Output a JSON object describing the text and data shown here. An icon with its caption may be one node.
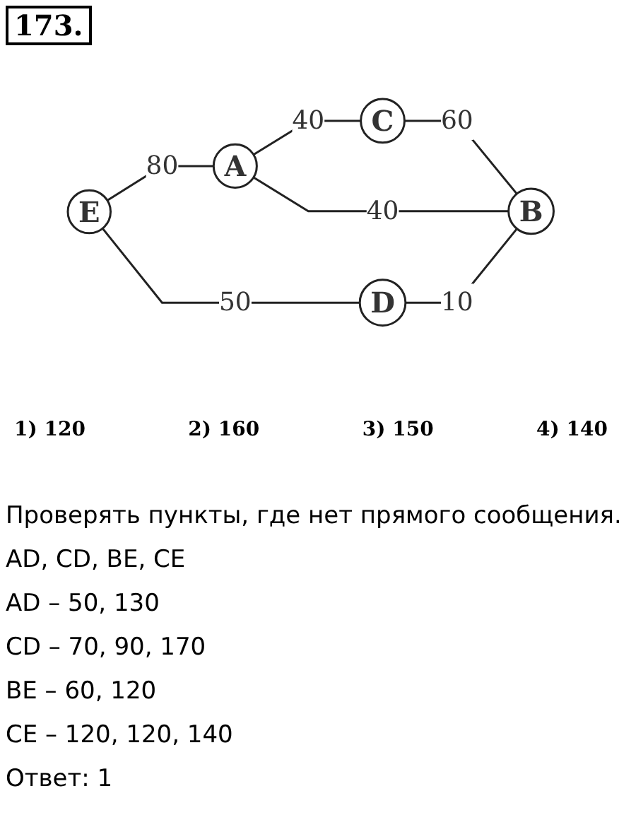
{
  "diagram": {
    "nodes": [
      {
        "text": [
          "A"
        ]
      },
      {
        "text": [
          "C"
        ]
      },
      {
        "text": [
          "B"
        ]
      },
      {
        "text": [
          "E"
        ]
      },
      {
        "text": [
          "D"
        ]
      }
    ],
    "edges": [
      {
        "from": 0,
        "to": 1,
        "arrow": "none",
        "label": "40"
      },
      {
        "from": 1,
        "to": 2,
        "arrow": "none",
        "label": "60"
      },
      {
        "from": 0,
        "to": 2,
        "arrow": "none",
        "label": "40"
      },
      {
        "from": 3,
        "to": 0,
        "arrow": "none",
        "label": "80"
      },
      {
        "from": 3,
        "to": 4,
        "arrow": "none",
        "label": "50"
      },
      {
        "from": 4,
        "to": 2,
        "arrow": "none",
        "label": "10"
      }
    ],
    "labels": [
      "173.",
      "1) 120",
      "2) 160",
      "3) 150",
      "4) 140",
      "Проверять пункты, где нет прямого сообщения.",
      "AD, CD, BE, CE",
      "AD – 50, 130",
      "CD – 70, 90, 170",
      "BE – 60, 120",
      "CE – 120, 120, 140",
      "Ответ: 1"
    ]
  }
}
